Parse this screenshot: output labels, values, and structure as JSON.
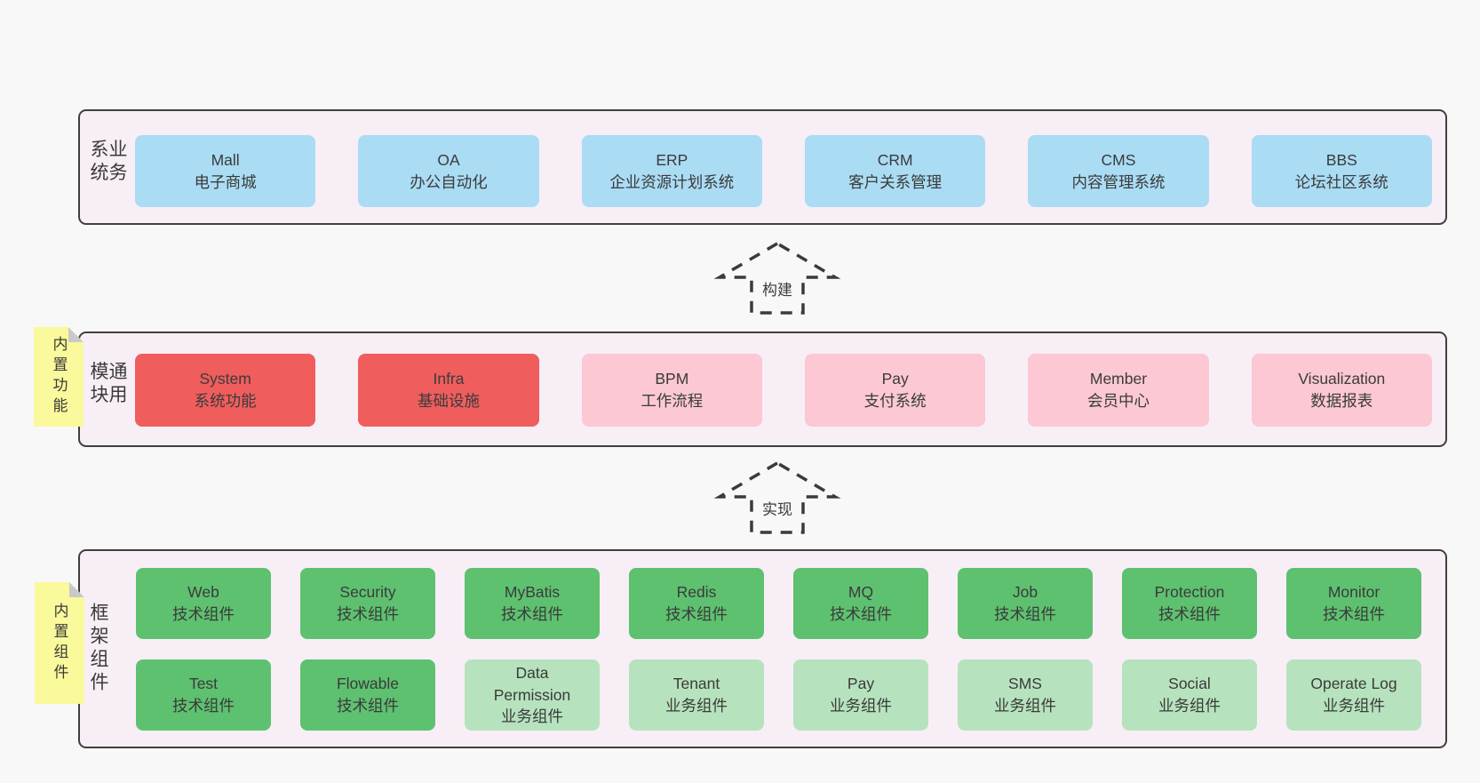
{
  "colors": {
    "page_bg": "#f8f8f8",
    "panel_bg": "#f8eef6",
    "panel_border": "#3f3f3f",
    "box_blue": "#aadcf4",
    "box_red": "#f05d5d",
    "box_pink": "#fbc8d3",
    "box_green": "#5ec170",
    "box_light_green": "#b6e3bd",
    "sticky_bg": "#faf99b",
    "sticky_fold": "#c9c9c9",
    "text": "#3b3b3b"
  },
  "arrows": [
    {
      "label": "构建"
    },
    {
      "label": "实现"
    }
  ],
  "panels": [
    {
      "label": "业务系统",
      "boxes": [
        {
          "title": "Mall",
          "subtitle": "电子商城",
          "variant": "blue"
        },
        {
          "title": "OA",
          "subtitle": "办公自动化",
          "variant": "blue"
        },
        {
          "title": "ERP",
          "subtitle": "企业资源计划系统",
          "variant": "blue"
        },
        {
          "title": "CRM",
          "subtitle": "客户关系管理",
          "variant": "blue"
        },
        {
          "title": "CMS",
          "subtitle": "内容管理系统",
          "variant": "blue"
        },
        {
          "title": "BBS",
          "subtitle": "论坛社区系统",
          "variant": "blue"
        }
      ]
    },
    {
      "label": "通用模块",
      "sticky": "内置功能",
      "boxes": [
        {
          "title": "System",
          "subtitle": "系统功能",
          "variant": "red"
        },
        {
          "title": "Infra",
          "subtitle": "基础设施",
          "variant": "red"
        },
        {
          "title": "BPM",
          "subtitle": "工作流程",
          "variant": "pink"
        },
        {
          "title": "Pay",
          "subtitle": "支付系统",
          "variant": "pink"
        },
        {
          "title": "Member",
          "subtitle": "会员中心",
          "variant": "pink"
        },
        {
          "title": "Visualization",
          "subtitle": "数据报表",
          "variant": "pink"
        }
      ]
    },
    {
      "label": "框架组件",
      "sticky": "内置组件",
      "rows": [
        [
          {
            "title": "Web",
            "subtitle": "技术组件",
            "variant": "green"
          },
          {
            "title": "Security",
            "subtitle": "技术组件",
            "variant": "green"
          },
          {
            "title": "MyBatis",
            "subtitle": "技术组件",
            "variant": "green"
          },
          {
            "title": "Redis",
            "subtitle": "技术组件",
            "variant": "green"
          },
          {
            "title": "MQ",
            "subtitle": "技术组件",
            "variant": "green"
          },
          {
            "title": "Job",
            "subtitle": "技术组件",
            "variant": "green"
          },
          {
            "title": "Protection",
            "subtitle": "技术组件",
            "variant": "green"
          },
          {
            "title": "Monitor",
            "subtitle": "技术组件",
            "variant": "green"
          }
        ],
        [
          {
            "title": "Test",
            "subtitle": "技术组件",
            "variant": "green"
          },
          {
            "title": "Flowable",
            "subtitle": "技术组件",
            "variant": "green"
          },
          {
            "title": "Data Permission",
            "subtitle": "业务组件",
            "variant": "lightgreen"
          },
          {
            "title": "Tenant",
            "subtitle": "业务组件",
            "variant": "lightgreen"
          },
          {
            "title": "Pay",
            "subtitle": "业务组件",
            "variant": "lightgreen"
          },
          {
            "title": "SMS",
            "subtitle": "业务组件",
            "variant": "lightgreen"
          },
          {
            "title": "Social",
            "subtitle": "业务组件",
            "variant": "lightgreen"
          },
          {
            "title": "Operate Log",
            "subtitle": "业务组件",
            "variant": "lightgreen"
          }
        ]
      ]
    }
  ]
}
